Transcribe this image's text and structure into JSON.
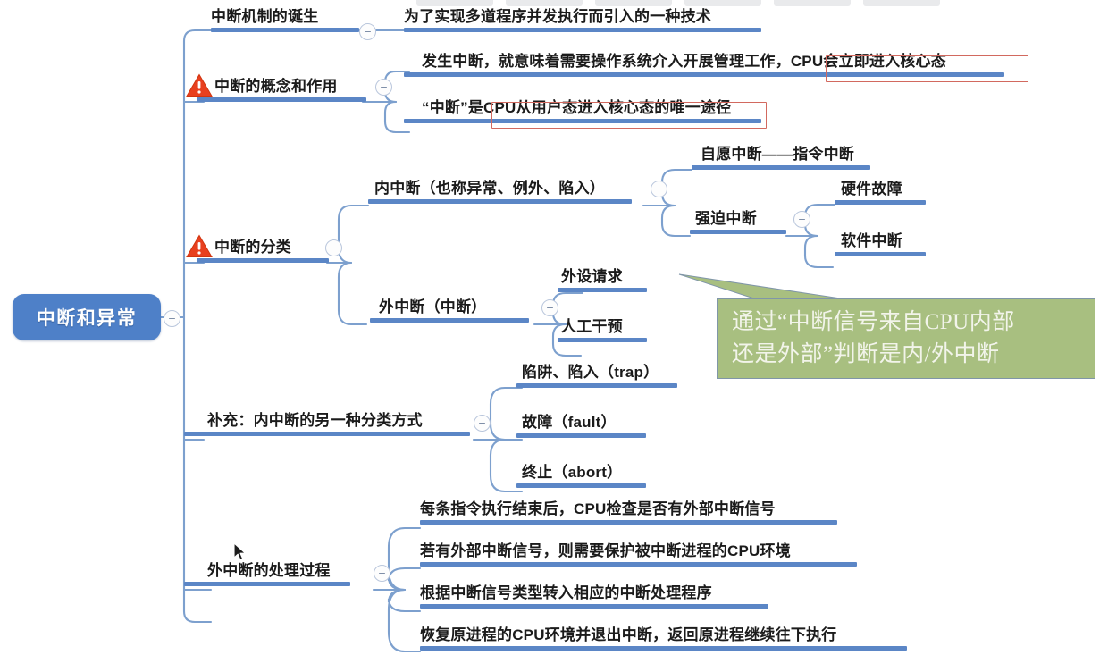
{
  "document": {
    "type": "mindmap",
    "root": {
      "label": "中断和异常",
      "color": "#4e80c8"
    }
  },
  "branches": [
    {
      "id": "b1",
      "label": "中断机制的诞生",
      "warning": false,
      "children": [
        {
          "label": "为了实现多道程序并发执行而引入的一种技术",
          "highlight": null
        }
      ]
    },
    {
      "id": "b2",
      "label": "中断的概念和作用",
      "warning": true,
      "children": [
        {
          "label": "发生中断，就意味着需要操作系统介入开展管理工作，",
          "highlight": "CPU会立即进入核心态"
        },
        {
          "label": "“中断”是",
          "highlight": "CPU从用户态进入核心态的唯一途径"
        }
      ]
    },
    {
      "id": "b3",
      "label": "中断的分类",
      "warning": true,
      "children": [
        {
          "label": "内中断（也称异常、例外、陷入）",
          "children": [
            {
              "label": "自愿中断——指令中断"
            },
            {
              "label": "强迫中断",
              "children": [
                {
                  "label": "硬件故障"
                },
                {
                  "label": "软件中断"
                }
              ]
            }
          ]
        },
        {
          "label": "外中断（中断）",
          "children": [
            {
              "label": "外设请求"
            },
            {
              "label": "人工干预"
            }
          ]
        }
      ]
    },
    {
      "id": "b4",
      "label": "补充：内中断的另一种分类方式",
      "warning": false,
      "children": [
        {
          "label": "陷阱、陷入（trap）"
        },
        {
          "label": "故障（fault）"
        },
        {
          "label": "终止（abort）"
        }
      ]
    },
    {
      "id": "b5",
      "label": "外中断的处理过程",
      "warning": false,
      "children": [
        {
          "label": "每条指令执行结束后，CPU检查是否有外部中断信号"
        },
        {
          "label": "若有外部中断信号，则需要保护被中断进程的CPU环境"
        },
        {
          "label": "根据中断信号类型转入相应的中断处理程序"
        },
        {
          "label": "恢复原进程的CPU环境并退出中断，返回原进程继续往下执行"
        }
      ]
    }
  ],
  "callout": {
    "line1": "通过“中断信号来自CPU内部",
    "line2": "还是外部”判断是内/外中断",
    "fill": "#a8bf80",
    "text_color": "#f2f4ea"
  },
  "icons": {
    "collapse": "minus-circle-icon",
    "warning": "warning-triangle-icon",
    "cursor": "mouse-pointer-icon"
  },
  "theme": {
    "branch_line": "#7da0ce",
    "node_underline": "#5b86c6",
    "emphasis_border": "#d2695f",
    "text": "#1b1b1b",
    "background": "#ffffff"
  }
}
